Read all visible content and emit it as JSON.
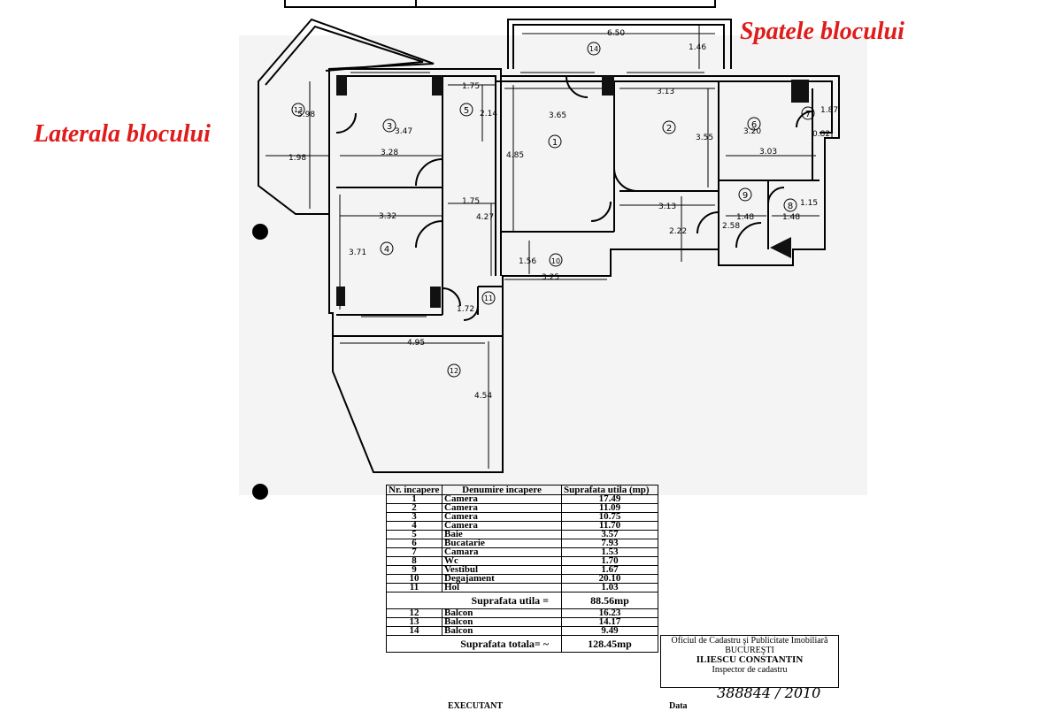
{
  "labels": {
    "back": "Spatele blocului",
    "side": "Laterala blocului"
  },
  "plan": {
    "room_numbers": [
      "1",
      "2",
      "3",
      "4",
      "5",
      "6",
      "7",
      "8",
      "9",
      "10",
      "11",
      "12",
      "13",
      "14"
    ],
    "dimensions": {
      "d650": "6.50",
      "d146": "1.46",
      "d175a": "1.75",
      "d214": "2.14",
      "d365": "3.65",
      "d313a": "3.13",
      "d187": "1.87",
      "d598": "5.98",
      "d347": "3.47",
      "d485": "4.85",
      "d355": "3.55",
      "d320": "3.20",
      "d082": "0.82",
      "d198": "1.98",
      "d328": "3.28",
      "d303": "3.03",
      "d175b": "1.75",
      "d332": "3.32",
      "d427": "4.27",
      "d313b": "3.13",
      "d115": "1.15",
      "d148a": "1.48",
      "d148b": "1.48",
      "d258": "2.58",
      "d371": "3.71",
      "d222": "2.22",
      "d156": "1.56",
      "d325": "3.25",
      "d172": "1.72",
      "d495": "4.95",
      "d454": "4.54"
    }
  },
  "table": {
    "headers": {
      "nr": "Nr. incapere",
      "name": "Denumire incapere",
      "area": "Suprafata utila (mp)"
    },
    "rooms": [
      {
        "nr": "1",
        "name": "Camera",
        "area": "17.49"
      },
      {
        "nr": "2",
        "name": "Camera",
        "area": "11.09"
      },
      {
        "nr": "3",
        "name": "Camera",
        "area": "10.75"
      },
      {
        "nr": "4",
        "name": "Camera",
        "area": "11.70"
      },
      {
        "nr": "5",
        "name": "Baie",
        "area": "3.57"
      },
      {
        "nr": "6",
        "name": "Bucatarie",
        "area": "7.93"
      },
      {
        "nr": "7",
        "name": "Camara",
        "area": "1.53"
      },
      {
        "nr": "8",
        "name": "Wc",
        "area": "1.70"
      },
      {
        "nr": "9",
        "name": "Vestibul",
        "area": "1.67"
      },
      {
        "nr": "10",
        "name": "Degajament",
        "area": "20.10"
      },
      {
        "nr": "11",
        "name": "Hol",
        "area": "1.03"
      }
    ],
    "useful_label": "Suprafata utila =",
    "useful_value": "88.56mp",
    "balconies": [
      {
        "nr": "12",
        "name": "Balcon",
        "area": "16.23"
      },
      {
        "nr": "13",
        "name": "Balcon",
        "area": "14.17"
      },
      {
        "nr": "14",
        "name": "Balcon",
        "area": "9.49"
      }
    ],
    "total_label": "Suprafata totala= ~",
    "total_value": "128.45mp",
    "executant": "EXECUTANT",
    "date": "Data"
  },
  "stamp": {
    "line1": "Oficiul de Cadastru şi Publicitate Imobiliară",
    "line2": "BUCUREŞTI",
    "name": "ILIESCU CONSTANTIN",
    "role": "Inspector de cadastru",
    "handwritten": "388844 / 2010"
  }
}
